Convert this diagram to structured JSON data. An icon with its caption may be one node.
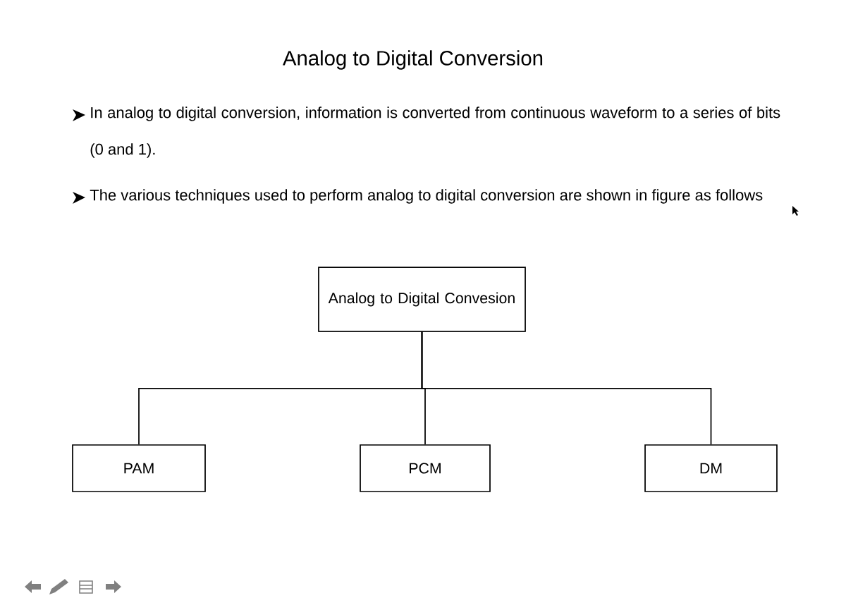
{
  "diagram": {
    "title": "Analog to Digital Conversion",
    "nodes": [
      {
        "text": [
          "Analog to Digital Convesion"
        ]
      },
      {
        "text": [
          "PAM"
        ]
      },
      {
        "text": [
          "PCM"
        ]
      },
      {
        "text": [
          "DM"
        ]
      }
    ],
    "edges": [
      {
        "from": 0,
        "to": 1,
        "arrow": "none"
      },
      {
        "from": 0,
        "to": 2,
        "arrow": "none"
      },
      {
        "from": 0,
        "to": 3,
        "arrow": "none"
      }
    ],
    "labels": [
      "In analog to digital conversion, information is converted from continuous waveform to a series of bits (0 and 1).",
      "The various techniques used to perform analog to digital conversion are shown in figure as follows"
    ]
  }
}
